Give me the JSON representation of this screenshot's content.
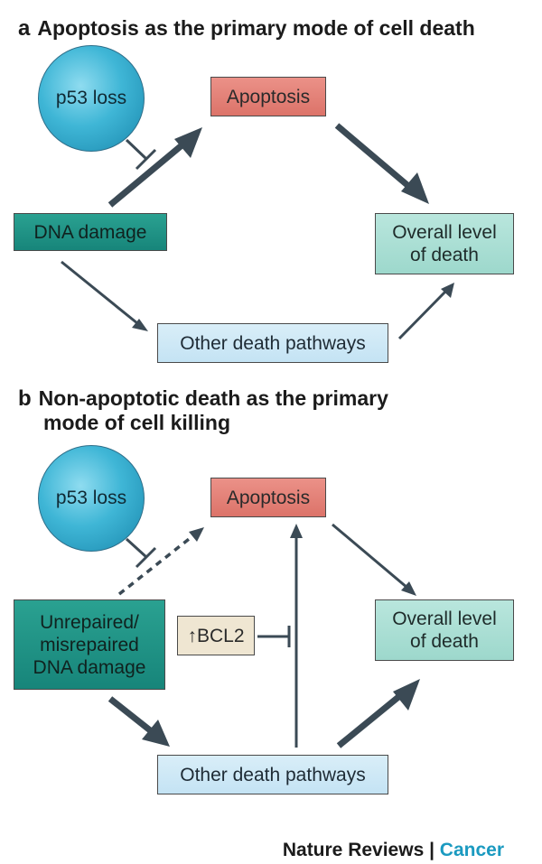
{
  "panel_a": {
    "letter": "a",
    "title": "Apoptosis as the primary mode of cell death",
    "nodes": {
      "p53": "p53 loss",
      "apoptosis": "Apoptosis",
      "dna": "DNA damage",
      "overall": "Overall level\nof death",
      "other": "Other death pathways"
    }
  },
  "panel_b": {
    "letter": "b",
    "title_line1": "Non-apoptotic death as the primary",
    "title_line2": "mode of cell killing",
    "nodes": {
      "p53": "p53 loss",
      "apoptosis": "Apoptosis",
      "dna": "Unrepaired/\nmisrepaired\nDNA damage",
      "bcl2": "↑BCL2",
      "overall": "Overall level\nof death",
      "other": "Other death pathways"
    }
  },
  "footer": {
    "publisher": "Nature Reviews",
    "separator": " | ",
    "journal": "Cancer"
  },
  "colors": {
    "arrow": "#3b4a55",
    "apoptosis": "#e1796f",
    "dna": "#1f9485",
    "overall": "#a9ded3",
    "other": "#cde8f6",
    "p53": "#37afd2",
    "bcl2": "#efe6d2",
    "journal": "#1b9ac0"
  }
}
